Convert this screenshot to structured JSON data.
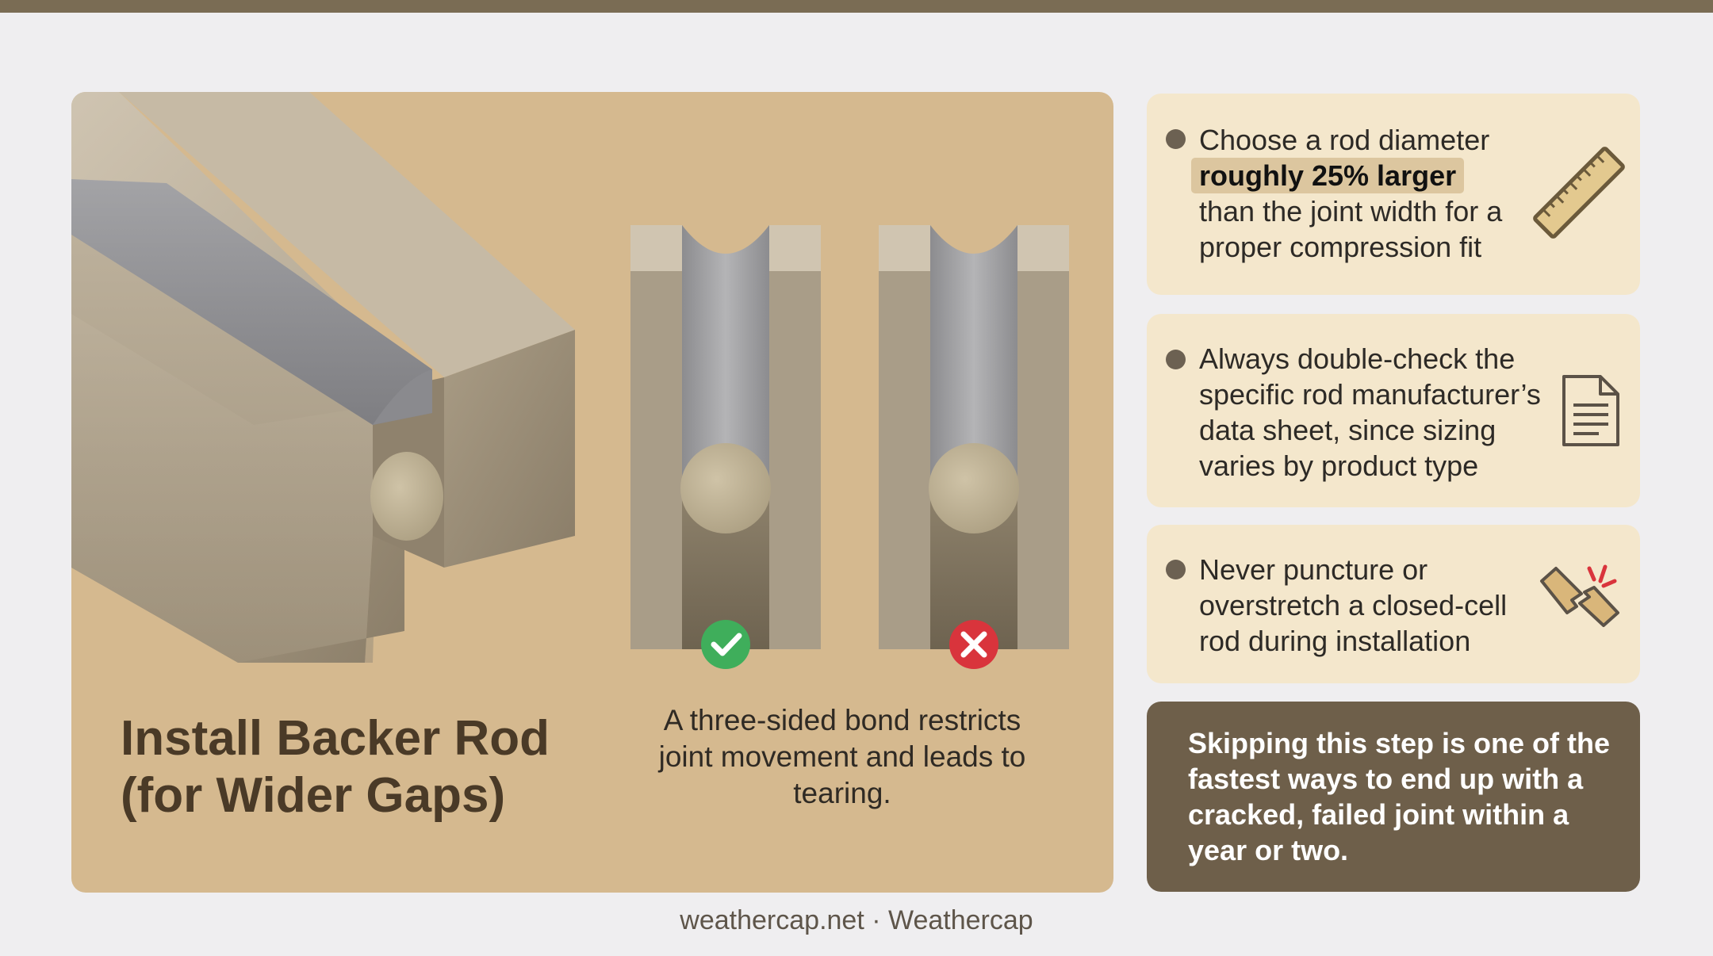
{
  "hero": {
    "title_line1": "Install Backer Rod",
    "title_line2": "(for Wider Gaps)",
    "caption": "A three-sided bond restricts joint movement and leads to tearing.",
    "good_icon": "check-icon",
    "bad_icon": "x-icon"
  },
  "tips": [
    {
      "pre": "Choose a rod diameter",
      "highlight": "roughly 25% larger",
      "post": "than the joint width for a proper compression fit",
      "icon": "ruler-icon"
    },
    {
      "text": "Always double-check the specific rod manufacturer’s data sheet, since sizing varies by product type",
      "icon": "document-icon"
    },
    {
      "text": "Never puncture or overstretch a closed-cell rod during installation",
      "icon": "broken-rod-icon"
    }
  ],
  "warning": {
    "text": "Skipping this step is one of the fastest ways to end up with a cracked, failed joint within a year or two."
  },
  "footer": {
    "text": "weathercap.net · Weathercap"
  },
  "colors": {
    "top_bar": "#7a6c54",
    "hero_bg": "#d5b98f",
    "tip_bg": "#f4e7cc",
    "warning_bg": "#6e5f4a",
    "good": "#3fae5b",
    "bad": "#d9343c"
  }
}
